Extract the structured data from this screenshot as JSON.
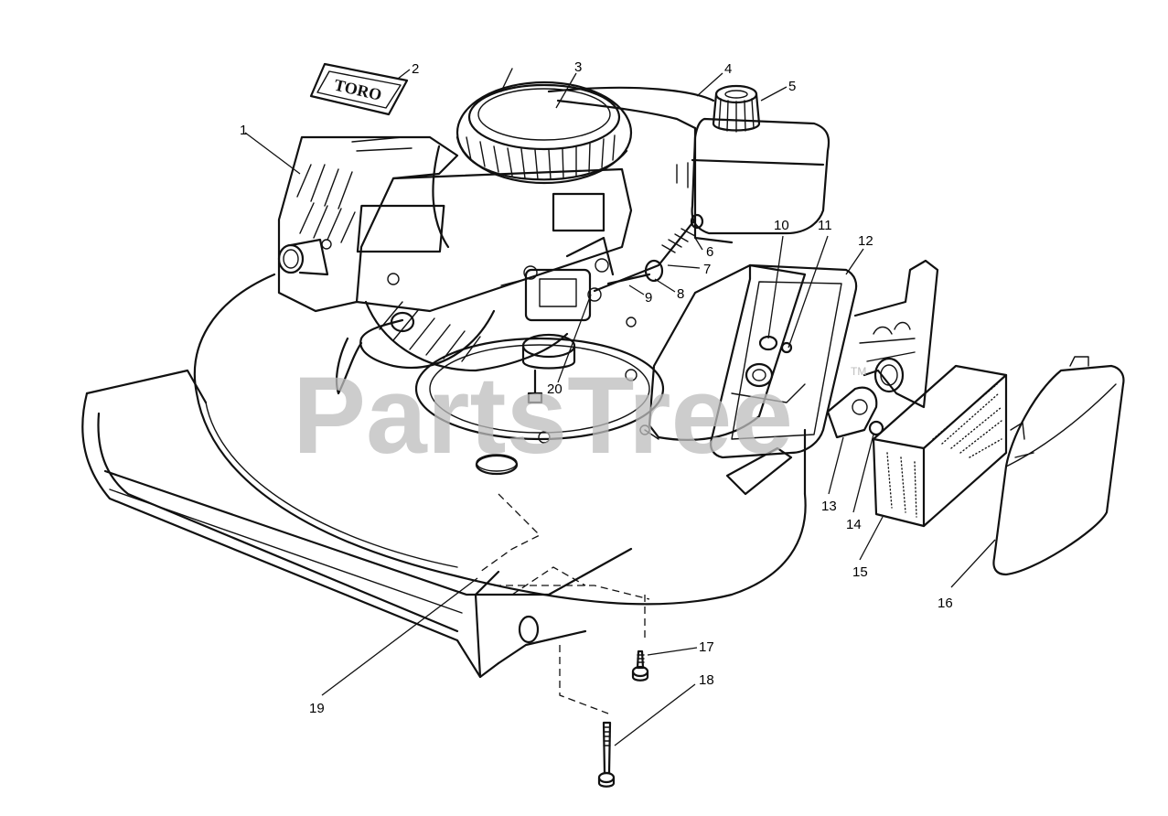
{
  "diagram": {
    "callouts": [
      {
        "id": "1",
        "label": "1"
      },
      {
        "id": "2",
        "label": "2"
      },
      {
        "id": "3",
        "label": "3"
      },
      {
        "id": "4",
        "label": "4"
      },
      {
        "id": "5",
        "label": "5"
      },
      {
        "id": "6",
        "label": "6"
      },
      {
        "id": "7",
        "label": "7"
      },
      {
        "id": "8",
        "label": "8"
      },
      {
        "id": "9",
        "label": "9"
      },
      {
        "id": "10",
        "label": "10"
      },
      {
        "id": "11",
        "label": "11"
      },
      {
        "id": "12",
        "label": "12"
      },
      {
        "id": "13",
        "label": "13"
      },
      {
        "id": "14",
        "label": "14"
      },
      {
        "id": "15",
        "label": "15"
      },
      {
        "id": "16",
        "label": "16"
      },
      {
        "id": "17",
        "label": "17"
      },
      {
        "id": "18",
        "label": "18"
      },
      {
        "id": "19",
        "label": "19"
      },
      {
        "id": "20",
        "label": "20"
      }
    ],
    "decal_text": "TORO",
    "watermark": "PartsTree",
    "watermark_tm": "TM"
  }
}
